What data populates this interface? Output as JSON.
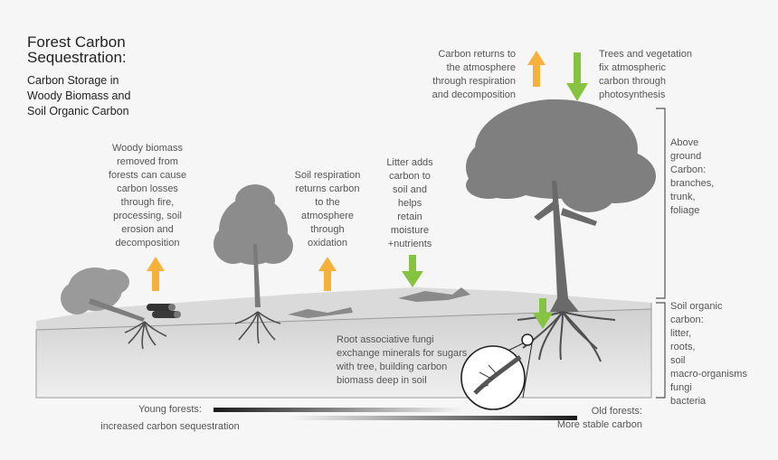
{
  "header": {
    "title": "Forest Carbon\nSequestration:",
    "subtitle": "Carbon Storage in\nWoody Biomass and\nSoil Organic Carbon"
  },
  "labels": {
    "carbon_returns": "Carbon returns to\nthe atmosphere\nthrough respiration\nand decomposition",
    "trees_fix": "Trees and vegetation\nfix atmospheric\ncarbon through\nphotosynthesis",
    "above_ground": "Above\nground\nCarbon:\nbranches,\ntrunk,\nfoliage",
    "woody_biomass": "Woody biomass\nremoved from\nforests  can cause\ncarbon losses\nthrough fire,\nprocessing, soil\nerosion and\ndecomposition",
    "soil_respiration": "Soil respiration\nreturns carbon\nto the\natmosphere\nthrough\noxidation",
    "litter_adds": "Litter adds\ncarbon to\nsoil and\nhelps\nretain\nmoisture\n+nutrients",
    "soil_organic": "Soil organic\ncarbon:\nlitter,\nroots,\nsoil\nmacro-organisms\nfungi\nbacteria",
    "root_fungi": "Root associative fungi\nexchange minerals for sugars\nwith tree, building carbon\nbiomass deep in  soil",
    "young_forests": "Young forests:\nincreased carbon sequestration",
    "old_forests": "Old forests:\nMore stable carbon"
  },
  "colors": {
    "orange_arrow": "#f6b13b",
    "green_arrow": "#86c341",
    "tree": "#8c8c8c",
    "tree_dark": "#6f6f6f",
    "roots": "#5a5a5a",
    "soil_top": "#d9d9d9",
    "soil_front": "#e6e6e6",
    "bracket": "#555555"
  }
}
